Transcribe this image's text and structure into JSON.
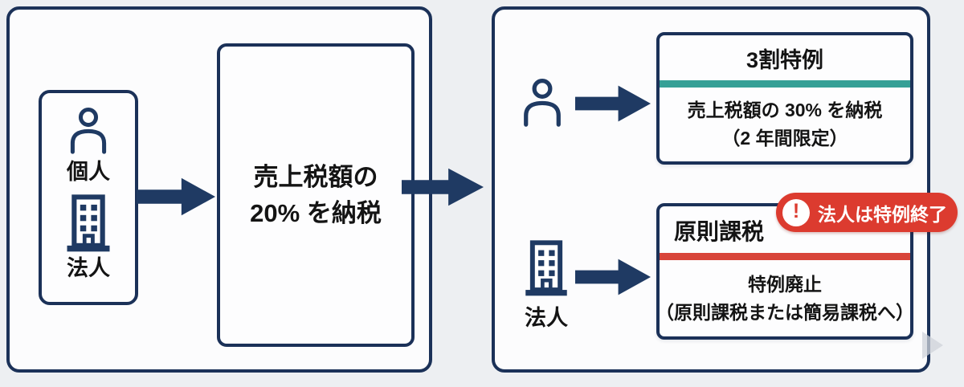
{
  "colors": {
    "navy": "#1f3a63",
    "border_navy": "#1b3158",
    "teal": "#35a096",
    "red": "#d8453a",
    "badge_red": "#dc3b2f",
    "text": "#141414",
    "page_bg": "#edeff2",
    "panel_bg": "#fcfcfd"
  },
  "icons": {
    "exclamation": "!"
  },
  "left_panel": {
    "entities": [
      {
        "icon": "person-icon",
        "label": "個人"
      },
      {
        "icon": "building-icon",
        "label": "法人"
      }
    ],
    "process": {
      "line1": "売上税額の",
      "line2": "20% を納税"
    }
  },
  "right_panel": {
    "rows": [
      {
        "icon": "person-icon",
        "card": {
          "title": "3割特例",
          "accent": "#35a096",
          "body_line1": "売上税額の 30% を納税",
          "body_line2": "（2 年間限定）"
        }
      },
      {
        "icon": "building-icon",
        "label": "法人",
        "card": {
          "title": "原則課税",
          "accent": "#d8453a",
          "body_line1": "特例廃止",
          "body_line2": "（原則課税または簡易課税へ）"
        },
        "badge": {
          "icon": "exclamation-icon",
          "text": "法人は特例終了"
        }
      }
    ]
  }
}
